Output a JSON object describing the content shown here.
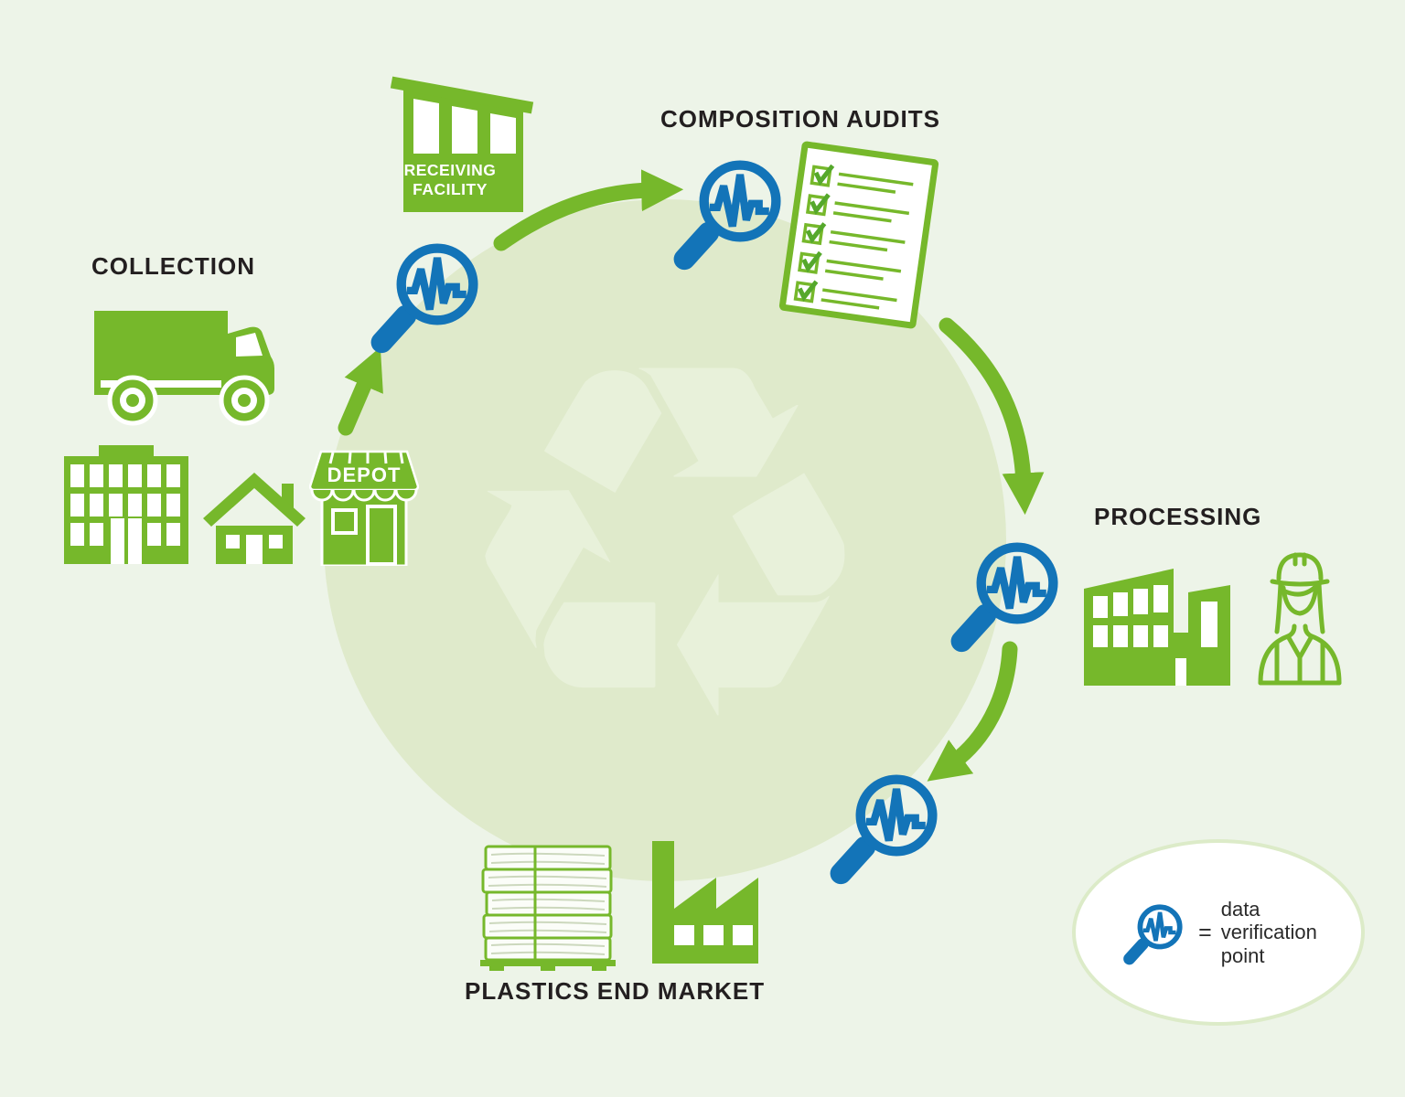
{
  "stages": [
    {
      "id": "collection",
      "label": "COLLECTION"
    },
    {
      "id": "receiving-facility",
      "line1": "RECEIVING",
      "line2": "FACILITY"
    },
    {
      "id": "composition-audits",
      "label": "COMPOSITION AUDITS"
    },
    {
      "id": "processing",
      "label": "PROCESSING"
    },
    {
      "id": "plastics-end-market",
      "label": "PLASTICS END MARKET"
    }
  ],
  "depot": {
    "label": "DEPOT"
  },
  "legend": {
    "equals": "=",
    "line1": "data",
    "line2": "verification",
    "line3": "point"
  },
  "colors": {
    "green": "#76b82b",
    "blue": "#1374b8",
    "background": "#edf4e8",
    "circle_fill": "#dfeacb",
    "recycle_watermark": "#e8f1da",
    "label_text": "#231f20",
    "legend_border": "#dcebc8",
    "checkmark_green": "#55a82c"
  },
  "icons": {
    "magnifier": "data-verification-magnifier-icon",
    "truck": "collection-truck-icon",
    "office_building": "office-building-icon",
    "house": "house-icon",
    "depot_store": "depot-store-icon",
    "receiving_facility": "receiving-facility-building-icon",
    "checklist": "composition-audit-checklist-icon",
    "processing_plant": "processing-plant-icon",
    "worker": "worker-icon",
    "plastic_bale": "plastic-bale-icon",
    "end_market_factory": "end-market-factory-icon",
    "recycling_symbol": "recycling-symbol-watermark"
  }
}
